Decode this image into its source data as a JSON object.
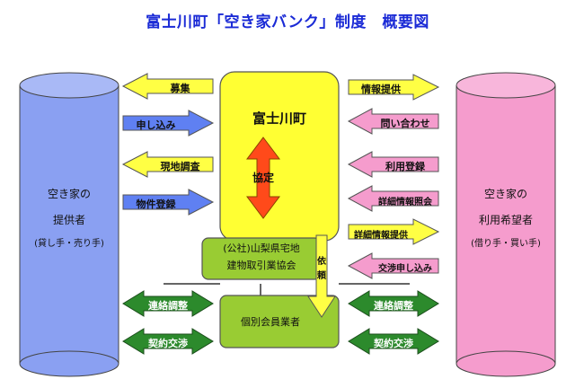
{
  "title": "富士川町「空き家バンク」制度　概要図",
  "left_party": {
    "line1": "空き家の",
    "line2": "提供者",
    "line3": "(貸し手・売り手)"
  },
  "right_party": {
    "line1": "空き家の",
    "line2": "利用希望者",
    "line3": "(借り手・買い手)"
  },
  "center": {
    "town": "富士川町",
    "agreement": "協定",
    "association_line1": "(公社)山梨県宅地",
    "association_line2": "建物取引業協会",
    "request_char1": "依",
    "request_char2": "頼",
    "members": "個別会員業者"
  },
  "left_arrows": [
    "募集",
    "申し込み",
    "現地調査",
    "物件登録"
  ],
  "right_arrows": [
    "情報提供",
    "問い合わせ",
    "利用登録",
    "詳細情報照会",
    "詳細情報提供",
    "交渉申し込み"
  ],
  "bottom_arrows": {
    "liaison": "連絡調整",
    "contract": "契約交渉"
  },
  "colors": {
    "title": "#1b2bd6",
    "left_cylinder": "#8aa0f2",
    "right_cylinder": "#f59ccd",
    "town_box": "#ffff33",
    "green_box": "#99cc33",
    "yellow_arrow": "#ffff44",
    "blue_arrow": "#5f80f2",
    "pink_arrow": "#f59ccd",
    "red_arrow": "#ff4a1a",
    "green_arrow": "#2c8a2c"
  }
}
